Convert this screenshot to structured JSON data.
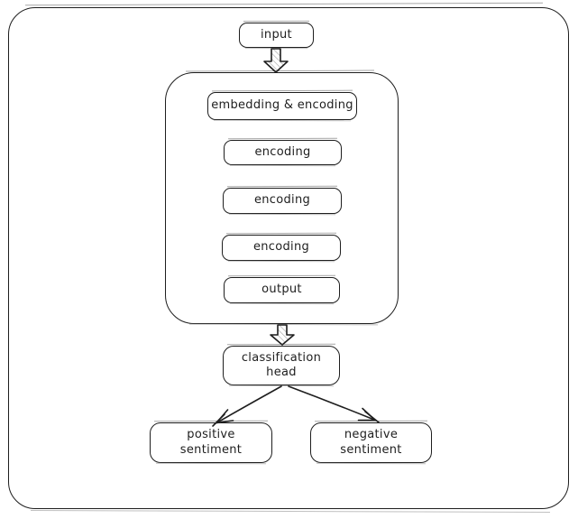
{
  "diagram": {
    "description": "transformer-encoder sentiment classification flowchart",
    "colors": {
      "stroke": "#1e1e1e",
      "background": "#ffffff",
      "hatch": "#a8a8a8"
    },
    "nodes": {
      "input": {
        "label": "input"
      },
      "embedding": {
        "label": "embedding & encoding"
      },
      "encoding_1": {
        "label": "encoding"
      },
      "encoding_2": {
        "label": "encoding"
      },
      "encoding_3": {
        "label": "encoding"
      },
      "output": {
        "label": "output"
      },
      "classification_head": {
        "line1": "classification",
        "line2": "head"
      },
      "positive": {
        "line1": "positive",
        "line2": "sentiment"
      },
      "negative": {
        "line1": "negative",
        "line2": "sentiment"
      }
    },
    "arrows": {
      "input_to_encoder": "block-down-arrow",
      "encoder_to_head": "block-down-arrow",
      "head_to_positive": "line-arrow-down-left",
      "head_to_negative": "line-arrow-down-right"
    }
  }
}
